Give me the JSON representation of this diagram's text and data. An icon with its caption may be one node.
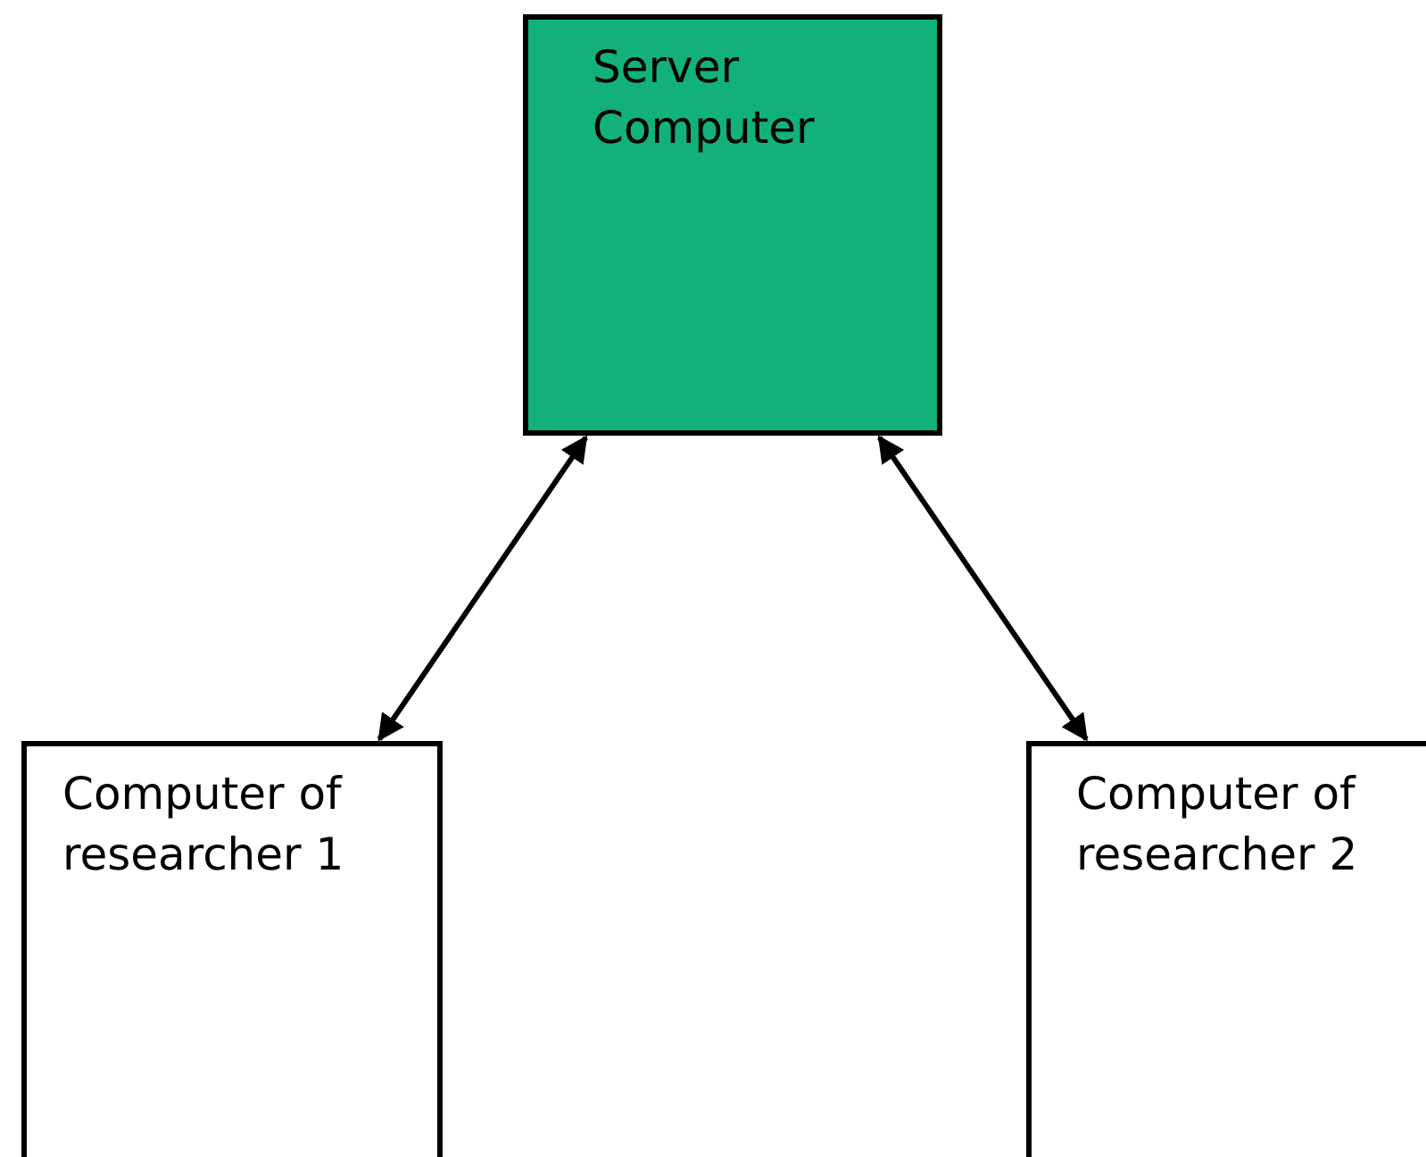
{
  "diagram": {
    "nodes": [
      {
        "text": [
          "Server Computer"
        ]
      },
      {
        "text": [
          "Computer of researcher 1"
        ]
      },
      {
        "text": [
          "Computer of researcher 2"
        ]
      }
    ],
    "edges": [
      {
        "from": 0,
        "to": 1,
        "arrow": "both"
      },
      {
        "from": 0,
        "to": 2,
        "arrow": "both"
      }
    ]
  }
}
